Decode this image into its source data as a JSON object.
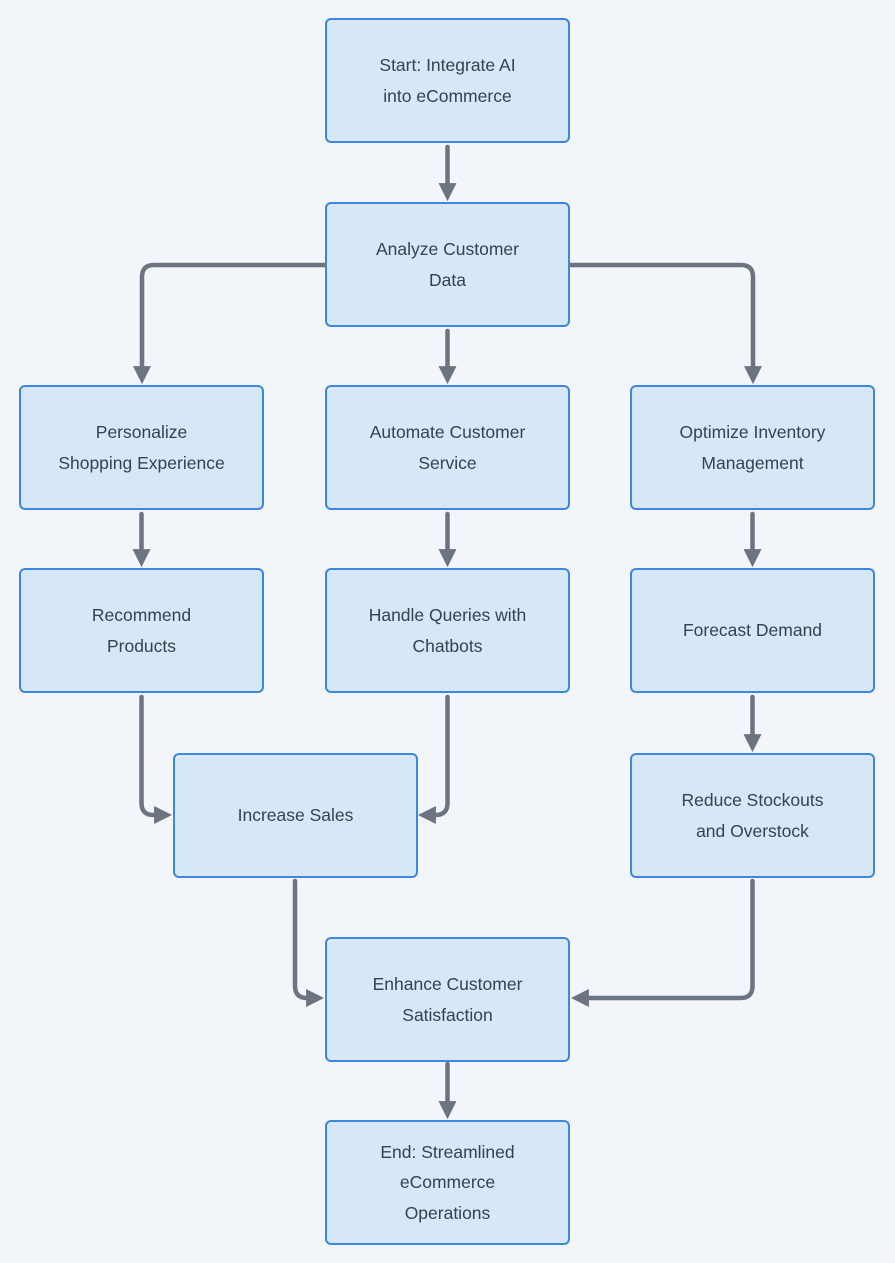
{
  "diagram": {
    "type": "flowchart",
    "direction": "top-down",
    "colors": {
      "background": "#f2f5f9",
      "node_fill": "#d6e7f8",
      "node_border": "#3d87e0",
      "arrow": "#6b7480",
      "text": "#36424e"
    },
    "nodes": [
      {
        "id": "start",
        "label": "Start: Integrate AI\ninto eCommerce"
      },
      {
        "id": "analyze",
        "label": "Analyze Customer\nData"
      },
      {
        "id": "personalize",
        "label": "Personalize\nShopping Experience"
      },
      {
        "id": "automate",
        "label": "Automate Customer\nService"
      },
      {
        "id": "optimize",
        "label": "Optimize Inventory\nManagement"
      },
      {
        "id": "recommend",
        "label": "Recommend\nProducts"
      },
      {
        "id": "handle",
        "label": "Handle Queries with\nChatbots"
      },
      {
        "id": "forecast",
        "label": "Forecast Demand"
      },
      {
        "id": "increase",
        "label": "Increase Sales"
      },
      {
        "id": "reduce",
        "label": "Reduce Stockouts\nand Overstock"
      },
      {
        "id": "enhance",
        "label": "Enhance Customer\nSatisfaction"
      },
      {
        "id": "end",
        "label": "End: Streamlined\neCommerce\nOperations"
      }
    ],
    "edges": [
      {
        "from": "start",
        "to": "analyze"
      },
      {
        "from": "analyze",
        "to": "personalize"
      },
      {
        "from": "analyze",
        "to": "automate"
      },
      {
        "from": "analyze",
        "to": "optimize"
      },
      {
        "from": "personalize",
        "to": "recommend"
      },
      {
        "from": "automate",
        "to": "handle"
      },
      {
        "from": "optimize",
        "to": "forecast"
      },
      {
        "from": "recommend",
        "to": "increase"
      },
      {
        "from": "handle",
        "to": "increase"
      },
      {
        "from": "forecast",
        "to": "reduce"
      },
      {
        "from": "increase",
        "to": "enhance"
      },
      {
        "from": "reduce",
        "to": "enhance"
      },
      {
        "from": "enhance",
        "to": "end"
      }
    ]
  }
}
